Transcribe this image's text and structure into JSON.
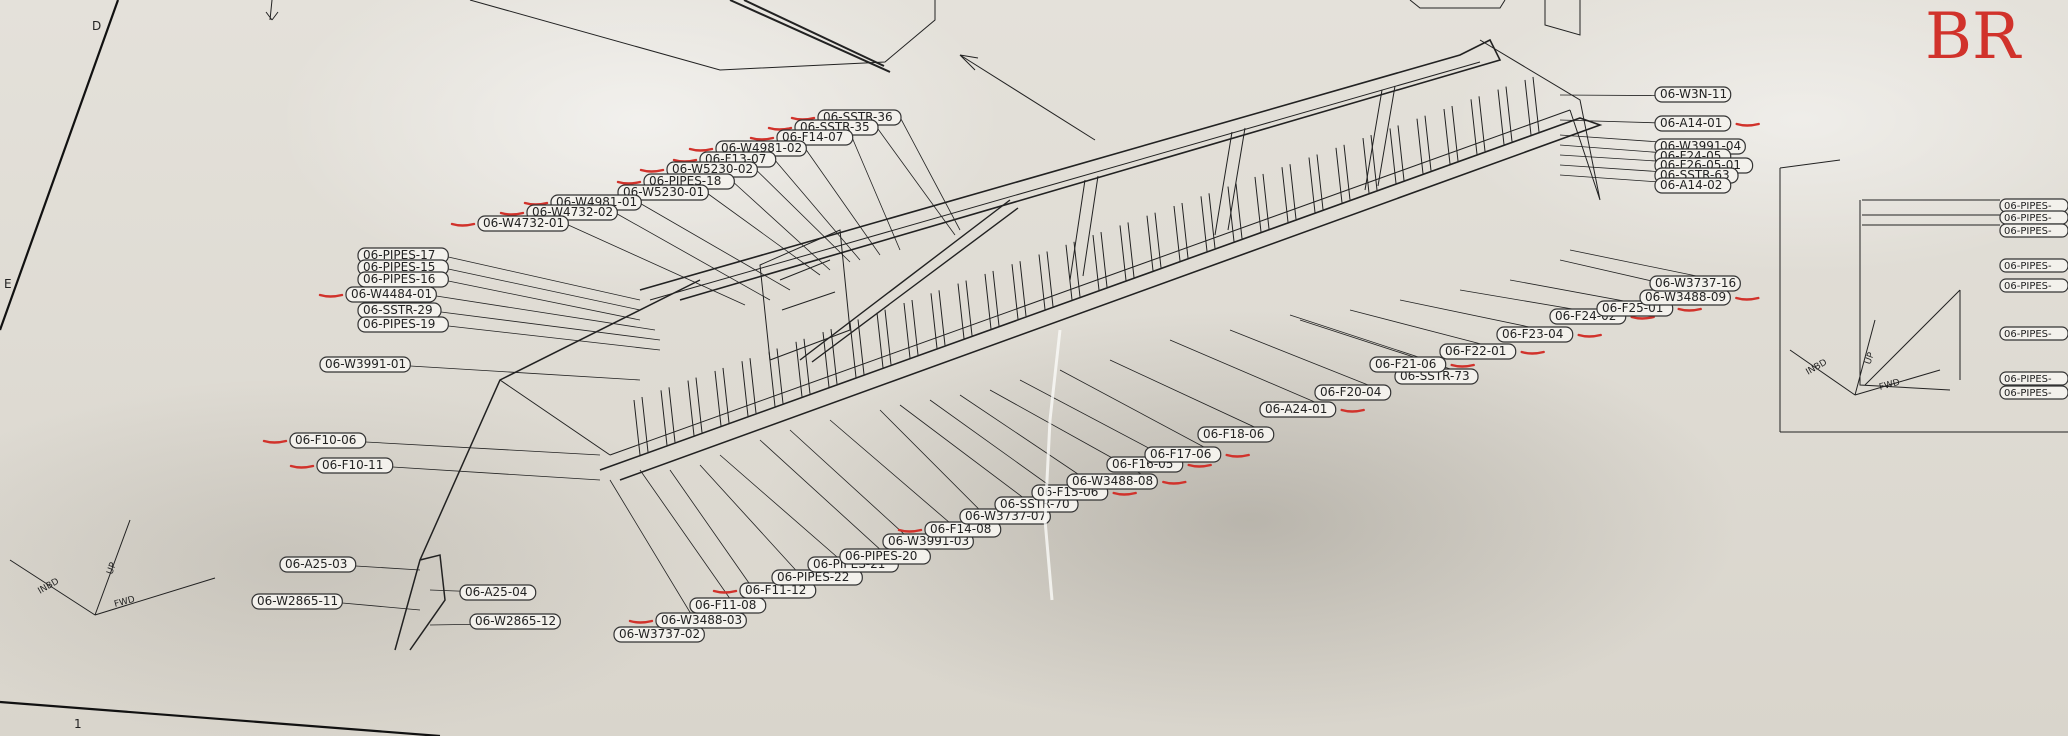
{
  "diagram": {
    "grid_letters": [
      "D",
      "E",
      "1"
    ],
    "corner_note": "BR",
    "labels": [
      "06-SSTR-36",
      "06-SSTR-35",
      "06-F14-07",
      "06-W4981-02",
      "06-F13-07",
      "06-W5230-02",
      "06-PIPES-18",
      "06-W5230-01",
      "06-W4981-01",
      "06-W4732-02",
      "06-W4732-01",
      "06-PIPES-17",
      "06-PIPES-15",
      "06-PIPES-16",
      "06-W4484-01",
      "06-SSTR-29",
      "06-PIPES-19",
      "06-W3991-01",
      "06-F10-06",
      "06-F10-11",
      "06-A25-03",
      "06-W2865-11",
      "06-A25-04",
      "06-W2865-12",
      "06-W3737-02",
      "06-W3488-03",
      "06-F11-08",
      "06-F11-12",
      "06-PIPES-22",
      "06-PIPES-21",
      "06-PIPES-20",
      "06-W3991-03",
      "06-F14-08",
      "06-W3737-07",
      "06-SSTR-70",
      "06-F15-06",
      "06-W3488-08",
      "06-F16-05",
      "06-F17-06",
      "06-F18-06",
      "06-A24-01",
      "06-F20-04",
      "06-SSTR-73",
      "06-F21-06",
      "06-F22-01",
      "06-F23-04",
      "06-F24-02",
      "06-F25-01",
      "06-W3488-09",
      "06-W3737-16",
      "06-W3N-11",
      "06-A14-01",
      "06-W3991-04",
      "06-F24-05",
      "06-F26-05-01",
      "06-SSTR-63",
      "06-A14-02"
    ],
    "right_labels": [
      "06-PIPES-",
      "06-PIPES-",
      "06-PIPES-",
      "06-PIPES-",
      "06-PIPES-",
      "06-PIPES-",
      "06-PIPES-",
      "06-PIPES-"
    ],
    "axis_labels": {
      "up": "UP",
      "fwd": "FWD",
      "inbd": "INBD"
    }
  }
}
